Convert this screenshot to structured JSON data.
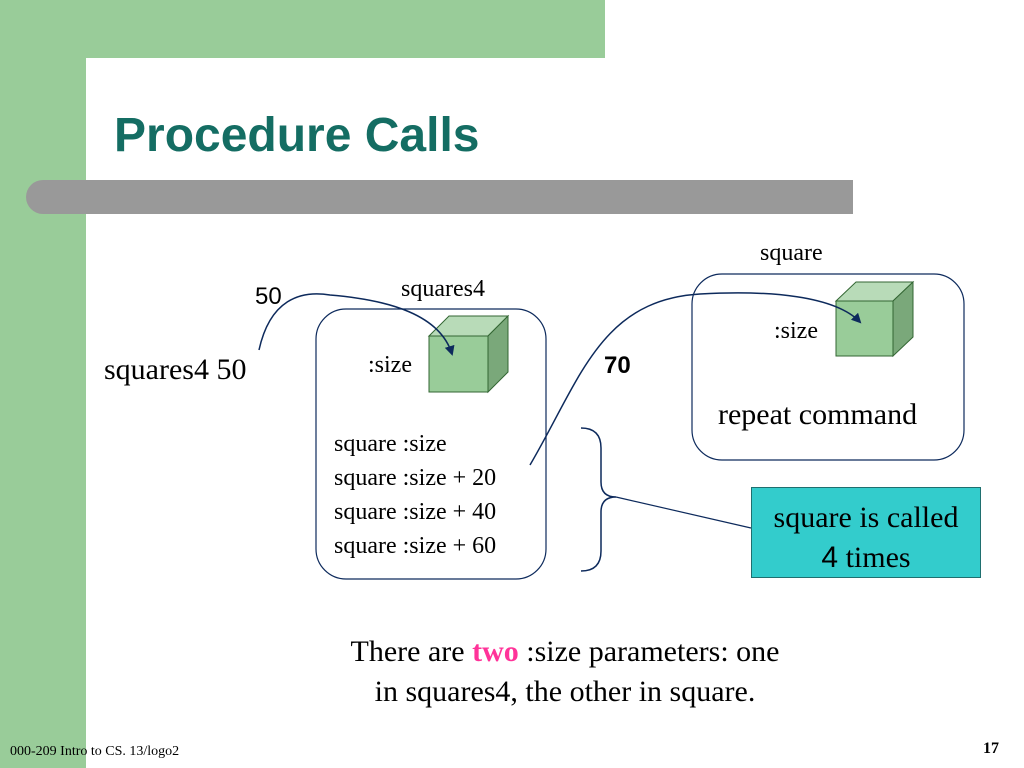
{
  "slide": {
    "title": "Procedure Calls",
    "footer_left": "000-209 Intro to CS. 13/logo2",
    "page_number": "17"
  },
  "diagram": {
    "square_box_title": "square",
    "squares4_box_title": "squares4",
    "arg_50": "50",
    "call_text": "squares4 50",
    "param_size_squares4": ":size",
    "param_size_square": ":size",
    "arg_70": "70",
    "repeat_text": "repeat command",
    "code_lines": [
      "square :size",
      "square :size + 20",
      "square :size + 40",
      "square :size + 60"
    ],
    "callout": {
      "line1": "square is called",
      "count": "4",
      "times": " times"
    }
  },
  "bottom_note": {
    "part1": "There are ",
    "highlight": "two",
    "part2": " :size parameters: one",
    "line2": "in squares4, the other in square."
  },
  "colors": {
    "accent_green": "#99cc99",
    "title_teal": "#146d63",
    "bar_gray": "#999999",
    "cube_front": "#99cc99",
    "cube_side": "#7aa87a",
    "arrow_navy": "#0d2a5c",
    "callout_cyan": "#33cccc",
    "highlight_pink": "#ff3399"
  }
}
